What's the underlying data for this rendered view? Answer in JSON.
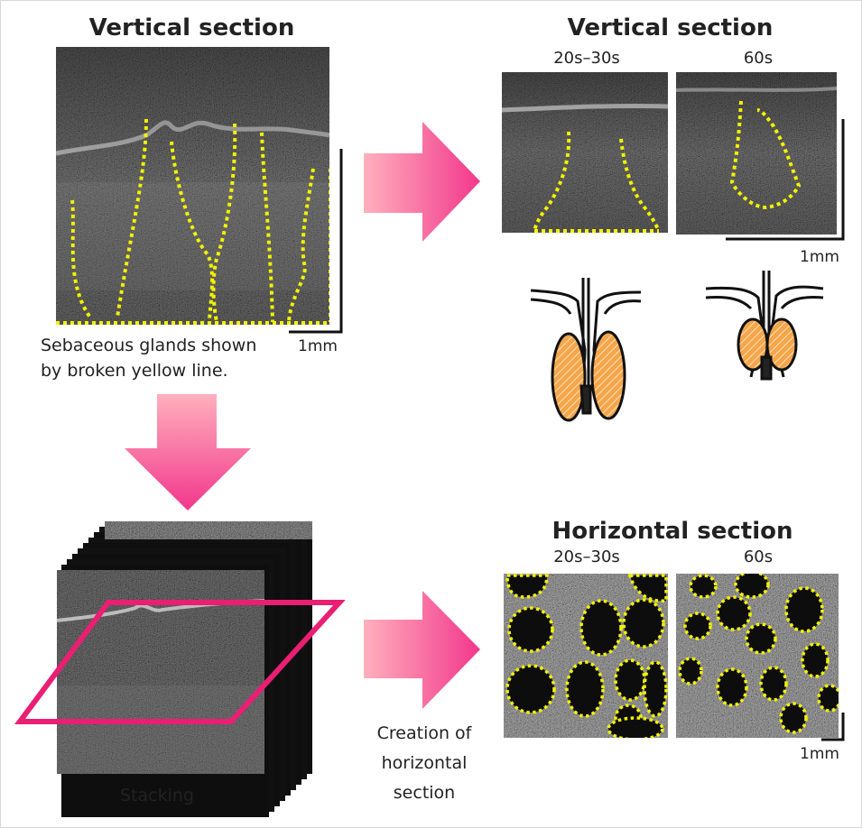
{
  "top_left": {
    "title": "Vertical section",
    "caption_line1": "Sebaceous glands shown",
    "caption_line2": "by broken yellow line.",
    "scale_label": "1mm"
  },
  "top_right": {
    "title": "Vertical section",
    "label_young": "20s–30s",
    "label_old": "60s",
    "scale_label": "1mm"
  },
  "bottom_left": {
    "caption": "Stacking"
  },
  "bottom_middle": {
    "caption_line1": "Creation of",
    "caption_line2": "horizontal",
    "caption_line3": "section"
  },
  "bottom_right": {
    "title": "Horizontal section",
    "label_young": "20s–30s",
    "label_old": "60s",
    "scale_label": "1mm"
  },
  "colors": {
    "outline_yellow": "#f2f200",
    "arrow_pink_light": "#ffb0bd",
    "arrow_pink_dark": "#f2378c",
    "plane_magenta": "#ea1e72",
    "gland_orange": "#f5a54a"
  }
}
